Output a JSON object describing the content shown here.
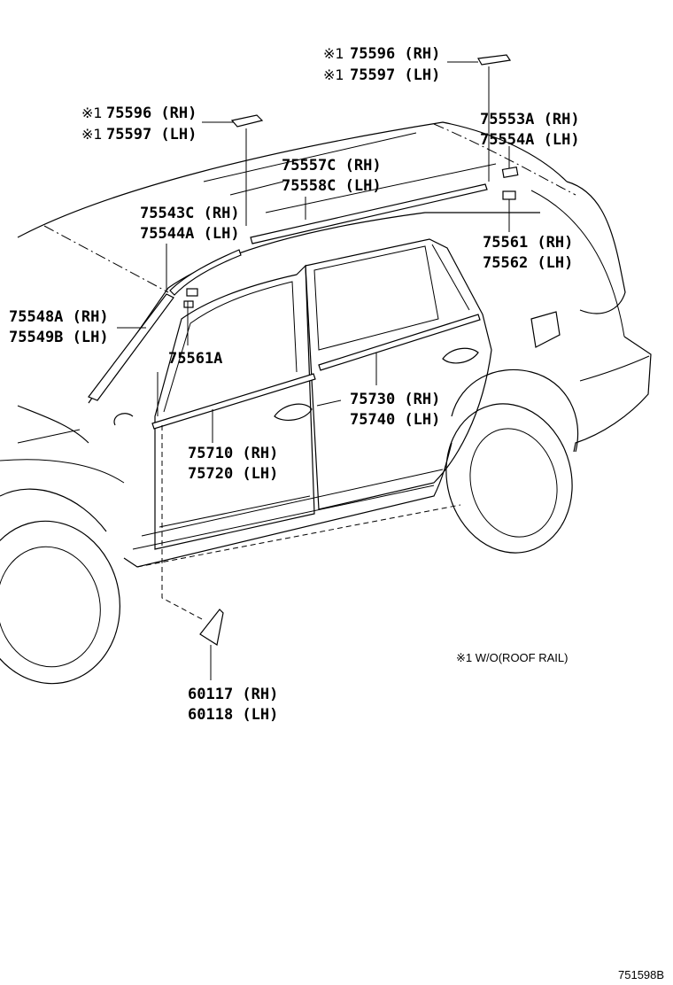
{
  "callouts": {
    "c1": {
      "mark": "※1",
      "rh": "75596 (RH)",
      "lh": "75597 (LH)"
    },
    "c2": {
      "mark": "※1",
      "rh": "75596 (RH)",
      "lh": "75597 (LH)"
    },
    "c3": {
      "rh": "75553A (RH)",
      "lh": "75554A (LH)"
    },
    "c4": {
      "rh": "75557C (RH)",
      "lh": "75558C (LH)"
    },
    "c5": {
      "rh": "75543C (RH)",
      "lh": "75544A (LH)"
    },
    "c6": {
      "rh": "75561 (RH)",
      "lh": "75562 (LH)"
    },
    "c7": {
      "rh": "75548A (RH)",
      "lh": "75549B (LH)"
    },
    "c8": {
      "single": "75561A"
    },
    "c9": {
      "rh": "75730 (RH)",
      "lh": "75740 (LH)"
    },
    "c10": {
      "rh": "75710 (RH)",
      "lh": "75720 (LH)"
    },
    "c11": {
      "rh": "60117 (RH)",
      "lh": "60118 (LH)"
    }
  },
  "note": "※1 W/O(ROOF RAIL)",
  "diagram_code": "751598B"
}
